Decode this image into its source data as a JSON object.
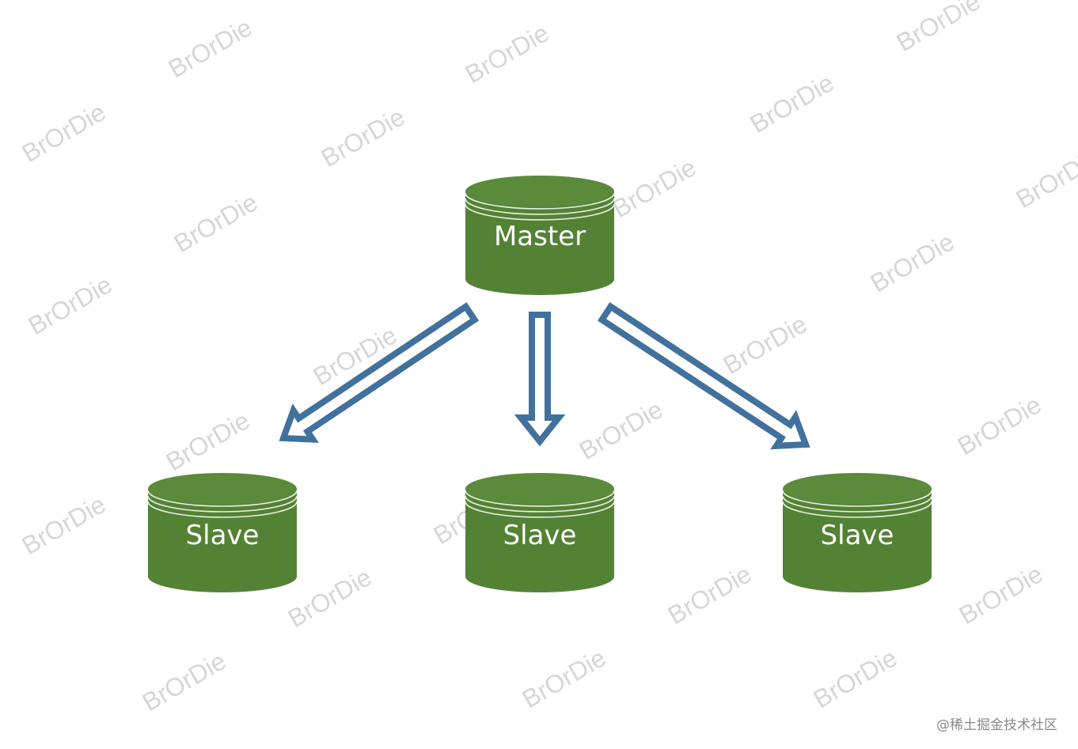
{
  "diagram": {
    "nodes": [
      {
        "id": "master",
        "label": "Master"
      },
      {
        "id": "slave1",
        "label": "Slave"
      },
      {
        "id": "slave2",
        "label": "Slave"
      },
      {
        "id": "slave3",
        "label": "Slave"
      }
    ],
    "edges": [
      {
        "from": "master",
        "to": "slave1"
      },
      {
        "from": "master",
        "to": "slave2"
      },
      {
        "from": "master",
        "to": "slave3"
      }
    ]
  },
  "watermark": {
    "text": "BrOrDie",
    "color": "#cfcfcf"
  },
  "footer": {
    "text": "@稀土掘金技术社区"
  },
  "colors": {
    "cylinder_fill": "#548235",
    "cylinder_top": "#5a8a3a",
    "cylinder_rim": "#e8efe2",
    "arrow_stroke": "#41719c",
    "label": "#ffffff"
  }
}
